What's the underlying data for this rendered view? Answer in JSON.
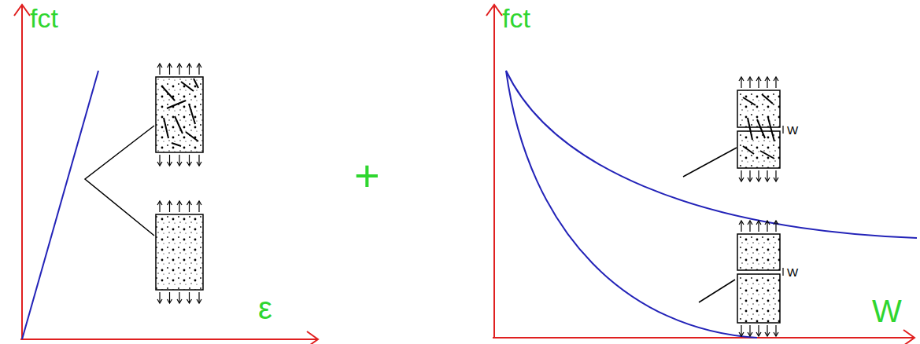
{
  "diagram": {
    "labels": [
      "fct",
      "ε",
      "+",
      "fct",
      "W",
      "W",
      "W"
    ]
  }
}
